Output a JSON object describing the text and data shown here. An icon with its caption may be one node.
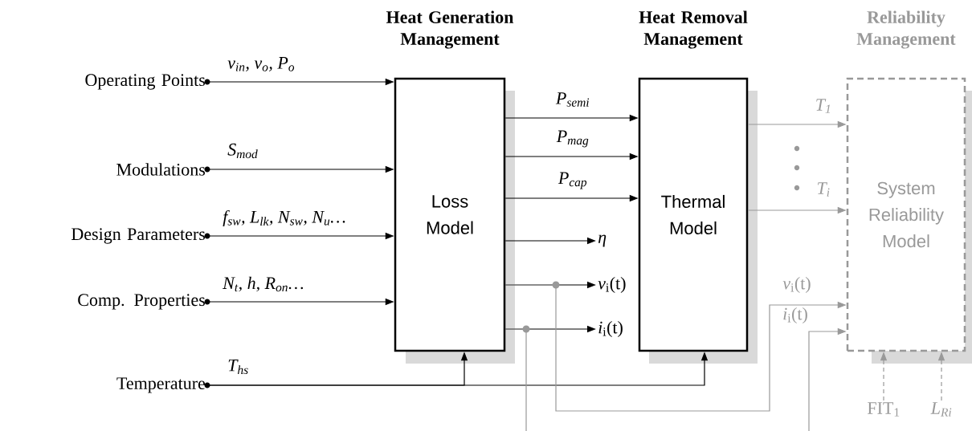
{
  "diagram": {
    "nodes": [
      {
        "text": [
          "Operating Points"
        ]
      },
      {
        "text": [
          "Modulations"
        ]
      },
      {
        "text": [
          "Design Parameters"
        ]
      },
      {
        "text": [
          "Comp. Properties"
        ]
      },
      {
        "text": [
          "Temperature"
        ]
      },
      {
        "text": [
          "Heat Generation Management",
          "Loss Model"
        ]
      },
      {
        "text": [
          "Heat Removal Management",
          "Thermal Model"
        ]
      },
      {
        "text": [
          "Reliability Management",
          "System Reliability Model"
        ]
      },
      {
        "text": [
          "η"
        ]
      },
      {
        "text": [
          "*v*$_{i}$(t)"
        ]
      },
      {
        "text": [
          "*i*$_{i}$(t)"
        ]
      },
      {
        "text": [
          "FIT$_{1}$"
        ]
      },
      {
        "text": [
          "L$_{Ri}$"
        ]
      }
    ],
    "edges": [
      {
        "from": 0,
        "to": 5,
        "arrow": "to",
        "label": "v$_{in}$, v$_{o}$, P$_{o}$"
      },
      {
        "from": 1,
        "to": 5,
        "arrow": "to",
        "label": "S$_{mod}$"
      },
      {
        "from": 2,
        "to": 5,
        "arrow": "to",
        "label": "f$_{sw}$, L$_{lk}$, N$_{sw}$, N$_{u}$…"
      },
      {
        "from": 3,
        "to": 5,
        "arrow": "to",
        "label": "N$_{t}$, h, R$_{on}$…"
      },
      {
        "from": 4,
        "to": 5,
        "arrow": "to",
        "label": "T$_{hs}$"
      },
      {
        "from": 4,
        "to": 6,
        "arrow": "to"
      },
      {
        "from": 5,
        "to": 6,
        "arrow": "to",
        "label": "P$_{semi}$"
      },
      {
        "from": 5,
        "to": 6,
        "arrow": "to",
        "label": "P$_{mag}$"
      },
      {
        "from": 5,
        "to": 6,
        "arrow": "to",
        "label": "P$_{cap}$"
      },
      {
        "from": 5,
        "to": 8,
        "arrow": "to"
      },
      {
        "from": 5,
        "to": 9,
        "arrow": "to"
      },
      {
        "from": 5,
        "to": 10,
        "arrow": "to"
      },
      {
        "from": 6,
        "to": 7,
        "arrow": "to",
        "label": "T$_{1}$",
        "color": "#999999"
      },
      {
        "from": 6,
        "to": 7,
        "arrow": "to",
        "label": "T$_{i}$",
        "color": "#999999"
      },
      {
        "from": 5,
        "to": 7,
        "arrow": "to",
        "label": "*v*$_{i}$(t)",
        "color": "#999999"
      },
      {
        "from": 5,
        "to": null,
        "arrow": "none",
        "color": "#999999"
      },
      {
        "from": null,
        "to": 7,
        "arrow": "to",
        "label": "*i*$_{i}$(t)",
        "color": "#999999"
      },
      {
        "from": 11,
        "to": 7,
        "arrow": "to",
        "style": "dashed",
        "color": "#999999"
      },
      {
        "from": 12,
        "to": 7,
        "arrow": "to",
        "style": "dashed",
        "color": "#999999"
      }
    ]
  }
}
